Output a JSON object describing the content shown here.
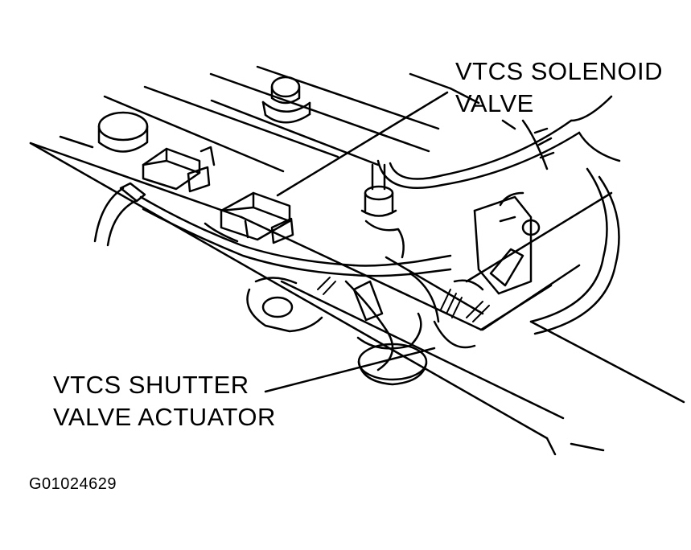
{
  "callouts": {
    "solenoid_line1": "VTCS SOLENOID",
    "solenoid_line2": "VALVE",
    "shutter_line1": "VTCS SHUTTER",
    "shutter_line2": "VALVE ACTUATOR"
  },
  "figure_code": "G01024629"
}
